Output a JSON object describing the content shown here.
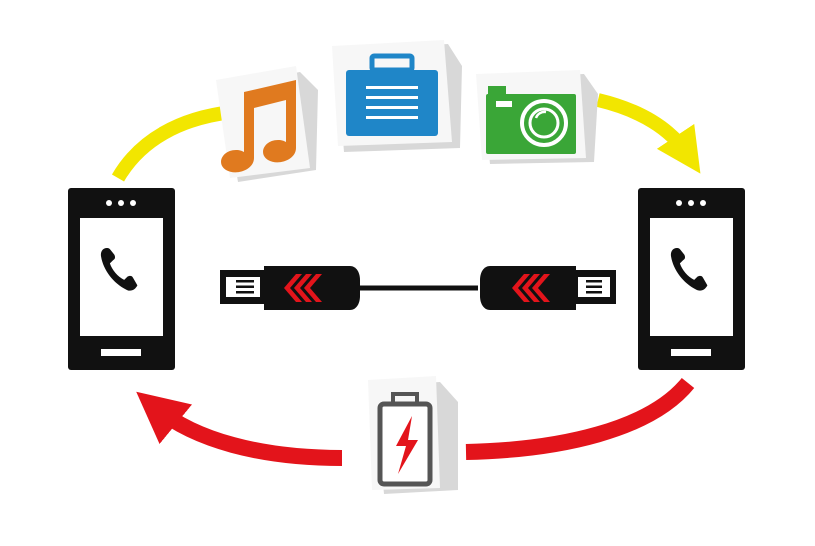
{
  "diagram": {
    "devices": [
      {
        "name": "source-phone",
        "icon": "phone-handset-icon"
      },
      {
        "name": "target-phone",
        "icon": "phone-handset-icon"
      }
    ],
    "transfer_items": [
      {
        "name": "music",
        "icon": "music-note-icon",
        "color": "#e07a1f"
      },
      {
        "name": "documents",
        "icon": "briefcase-icon",
        "color": "#1f86c8"
      },
      {
        "name": "photos",
        "icon": "camera-icon",
        "color": "#3aa637"
      }
    ],
    "charge_item": {
      "name": "battery",
      "icon": "battery-charging-icon",
      "color": "#e3141b"
    },
    "cable": {
      "icon": "usb-cable-icon",
      "accent": "#e3141b"
    },
    "colors": {
      "data_flow_arrow": "#f2e600",
      "charge_flow_arrow": "#e3141b",
      "device_body": "#111111"
    }
  }
}
